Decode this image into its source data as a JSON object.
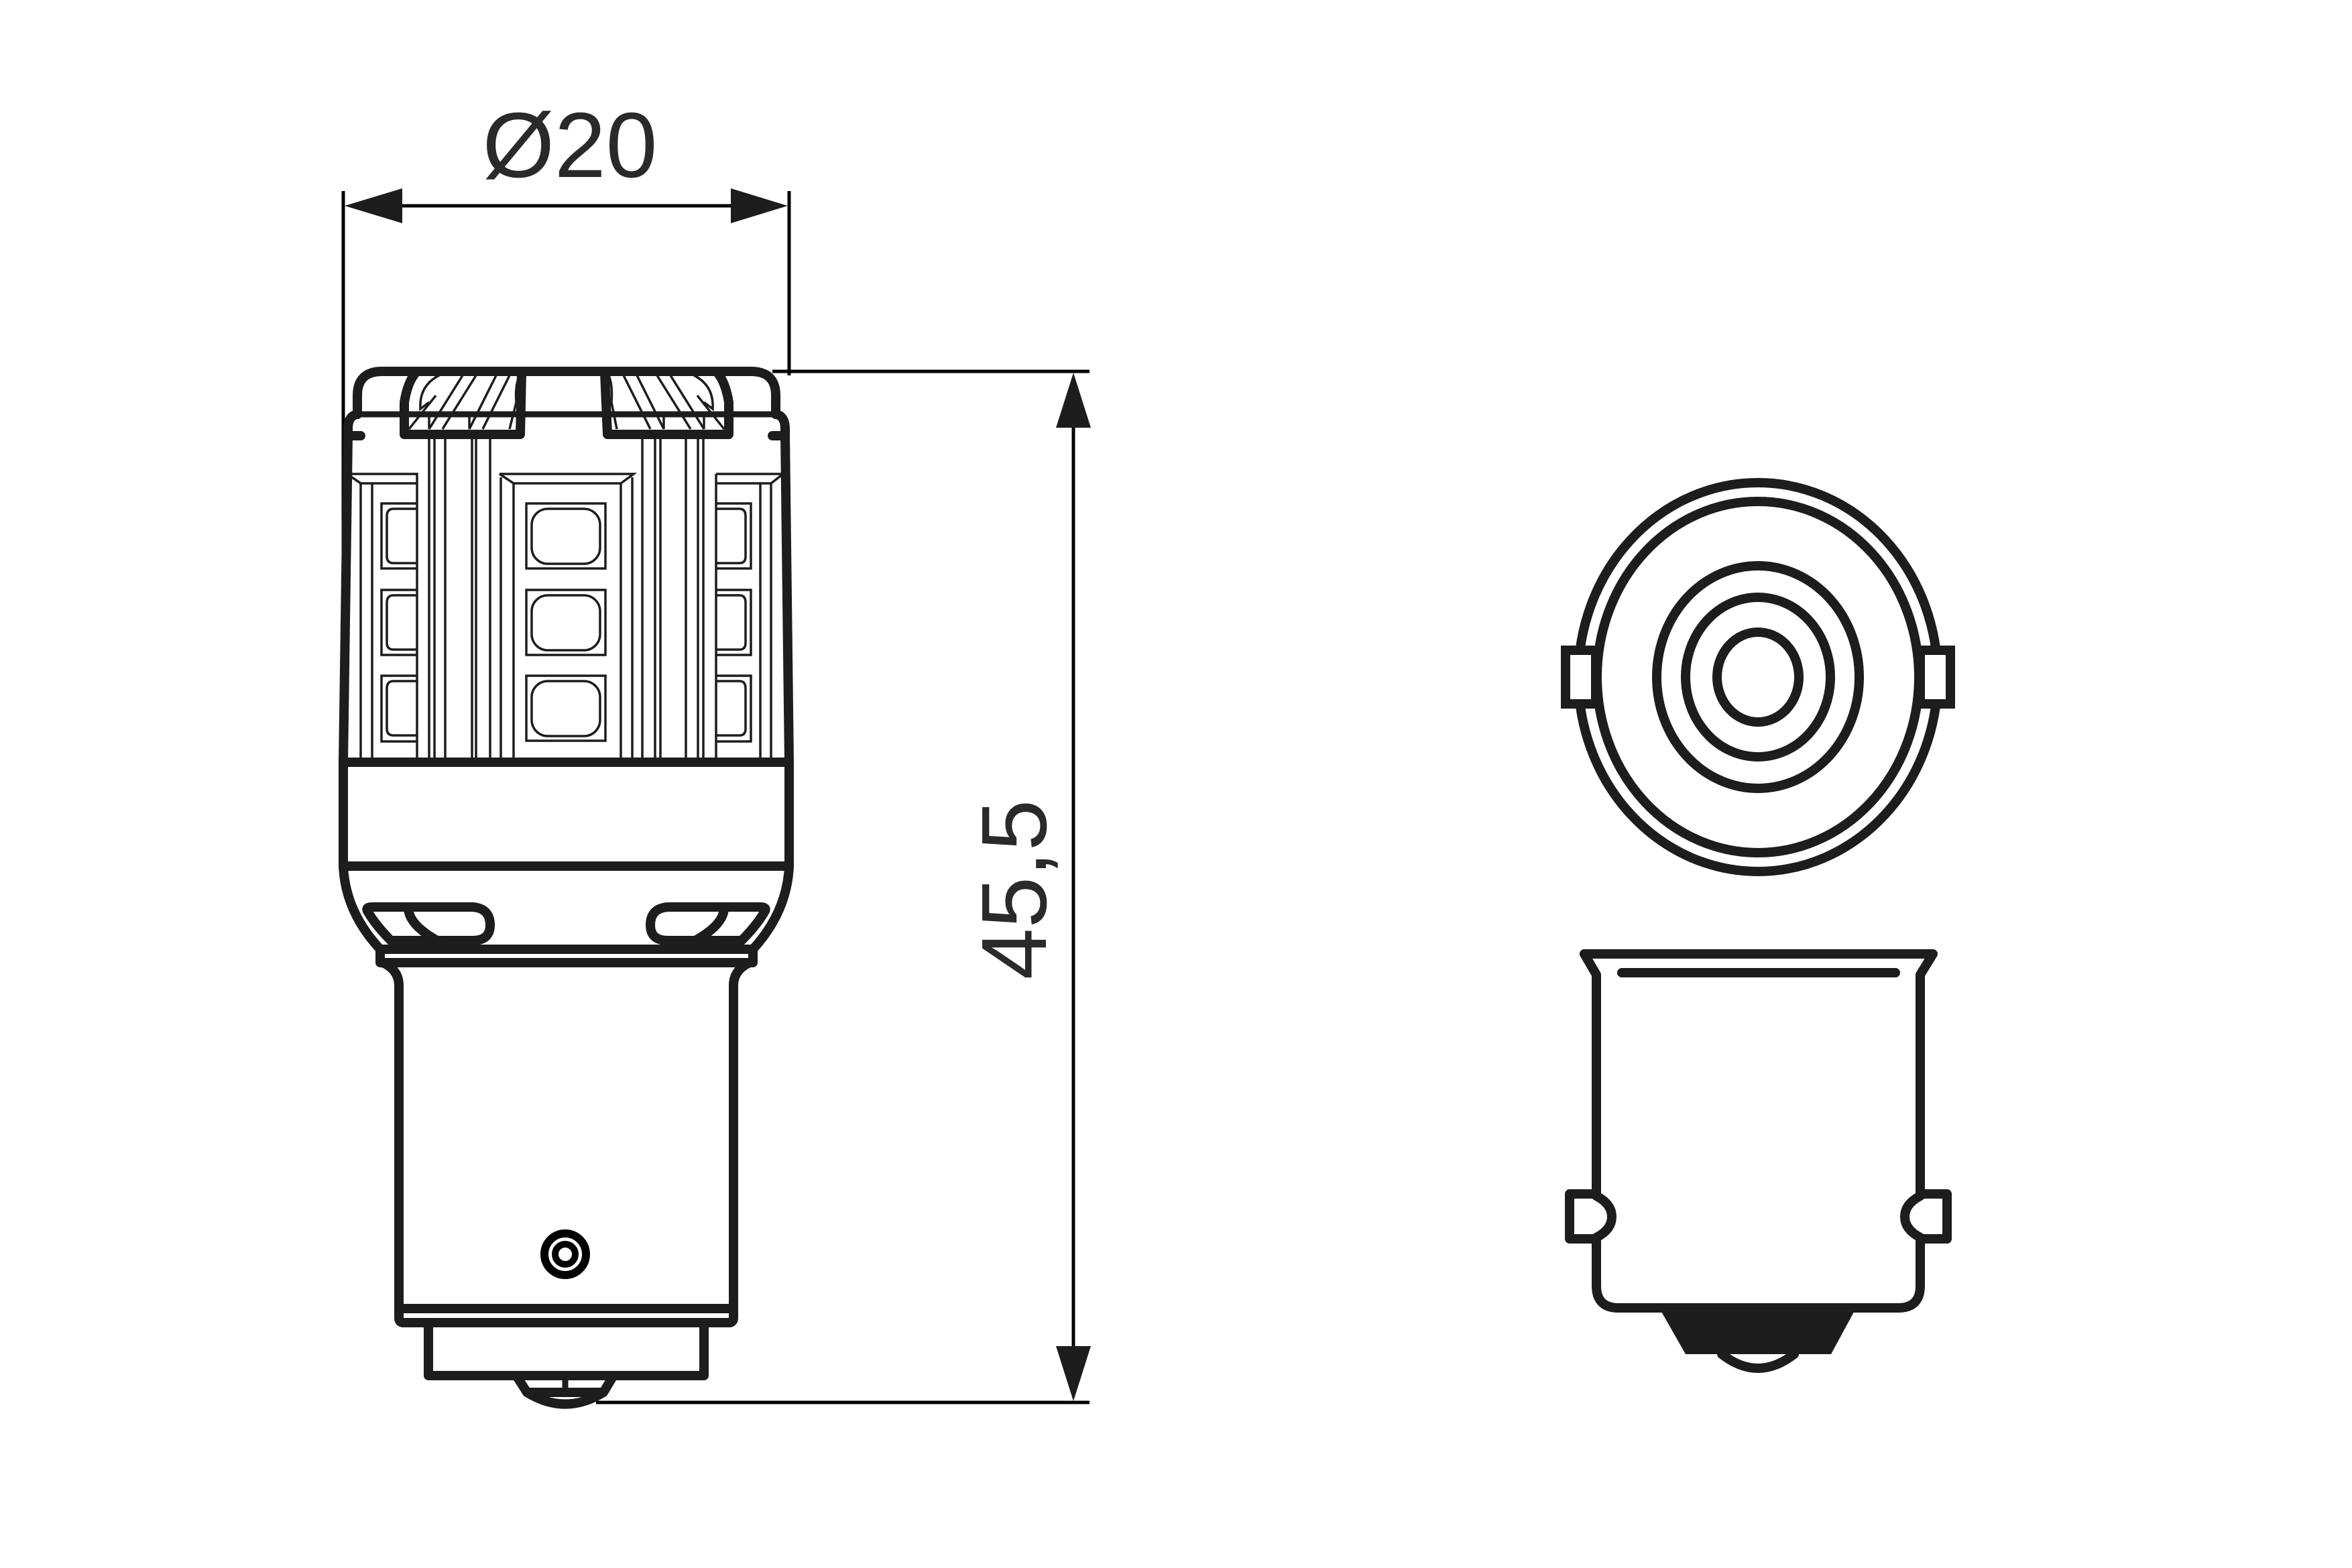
{
  "drawing": {
    "subject": "LED bulb, BA15s bayonet base",
    "stroke_color": "#1d1d1b",
    "background": "#ffffff"
  },
  "dimensions": {
    "diameter": {
      "label": "Ø20",
      "symbol": "Ø",
      "value": "20",
      "orientation": "horizontal"
    },
    "height": {
      "label": "45,5",
      "value": "45,5",
      "orientation": "vertical"
    }
  },
  "views": [
    {
      "name": "side-view",
      "description": "LED bulb side elevation with 3x3 visible SMD LEDs"
    },
    {
      "name": "base-bottom-view",
      "description": "Bayonet base seen from below with two locking pins"
    },
    {
      "name": "base-side-view",
      "description": "Bayonet base side elevation with two pins and solder contact"
    }
  ]
}
